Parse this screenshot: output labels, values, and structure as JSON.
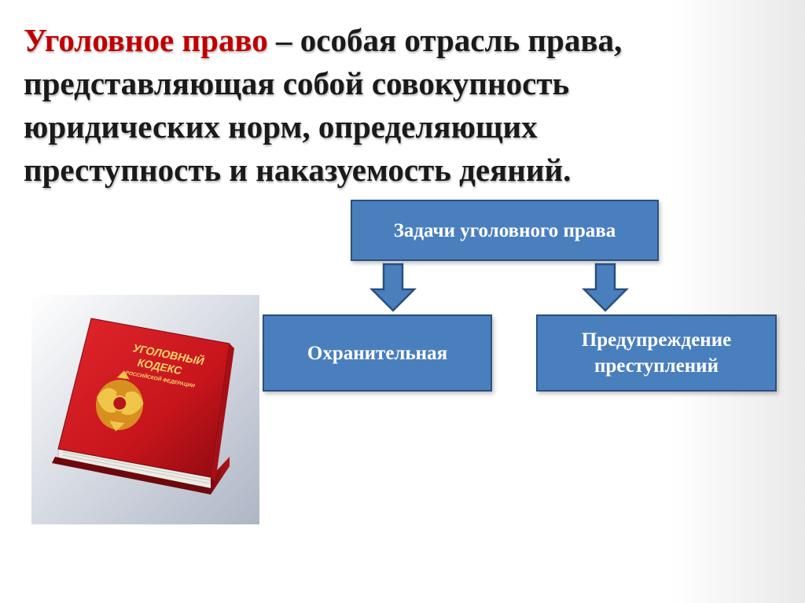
{
  "definition": {
    "term": "Уголовное право",
    "text": " – особая отрасль права, представляющая собой совокупность юридических норм, определяющих преступность и наказуемость деяний."
  },
  "diagram": {
    "root": "Задачи уголовного права",
    "children": [
      {
        "label": "Охранительная"
      },
      {
        "label": "Предупреждение преступлений"
      }
    ]
  },
  "book": {
    "cover_line1": "УГОЛОВНЫЙ",
    "cover_line2": "КОДЕКС",
    "cover_line3": "РОССИЙСКОЙ ФЕДЕРАЦИИ"
  },
  "colors": {
    "term": "#c00000",
    "box_fill": "#4a7fbe",
    "box_border": "#2b4f7e",
    "book_red": "#c8151c"
  }
}
